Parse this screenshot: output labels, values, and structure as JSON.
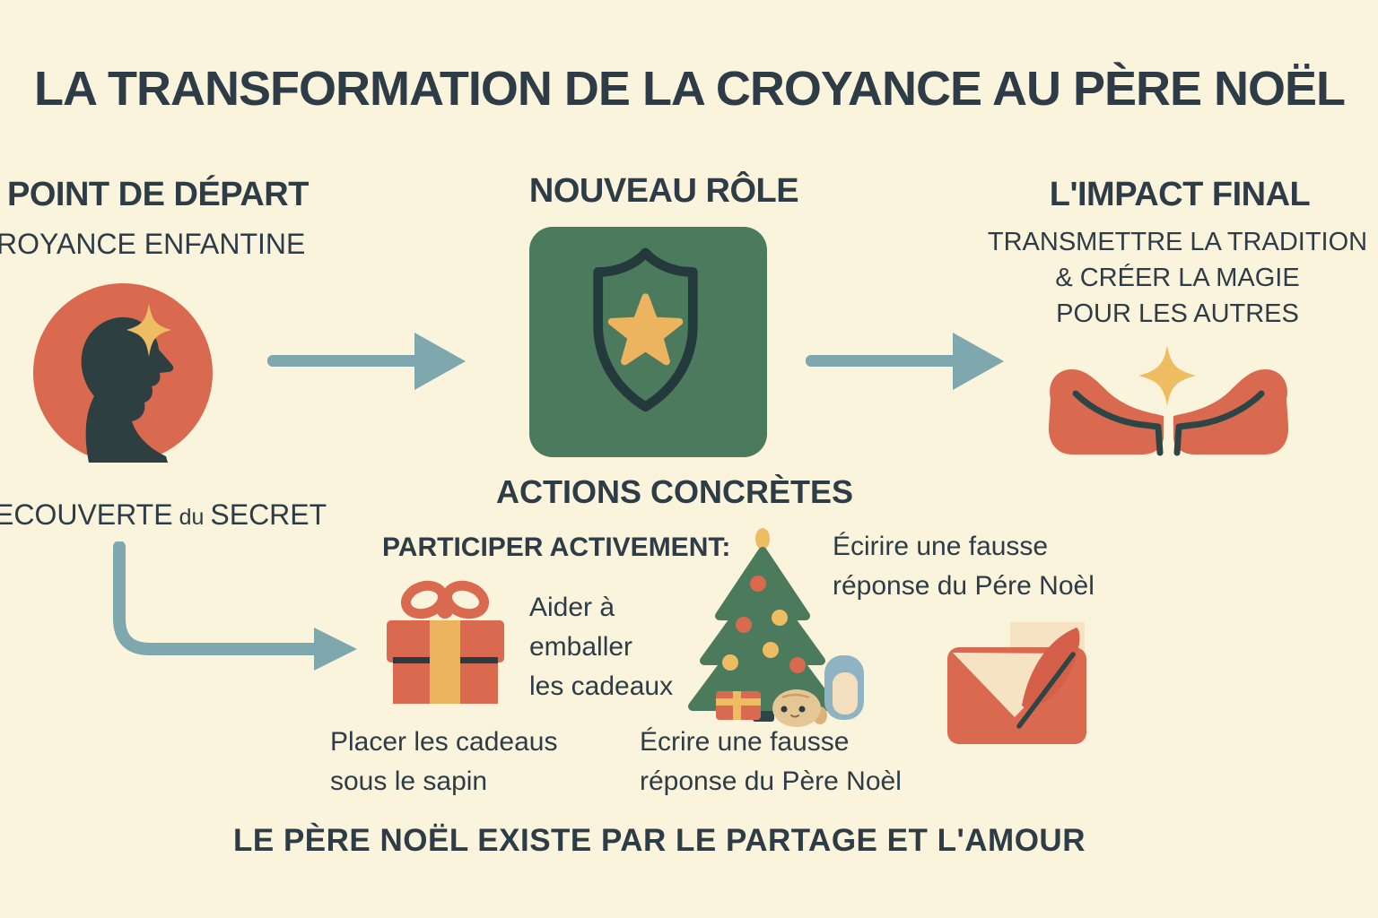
{
  "title": "LA TRANSFORMATION DE LA CROYANCE AU PÈRE NOËL",
  "columns": {
    "start": {
      "header": "POINT DE DÉPART",
      "belief": "ROYANCE ENFANTINE",
      "secret_prefix": "ECOUVERTE",
      "secret_small": "du",
      "secret_suffix": "SECRET"
    },
    "role": {
      "header": "NOUVEAU RÔLE"
    },
    "impact": {
      "header": "L'IMPACT FINAL",
      "description": "TRANSMETTRE LA TRADITION\n& CRÉER LA MAGIE\nPOUR LES AUTRES"
    }
  },
  "actions": {
    "header": "ACTIONS CONCRÈTES",
    "participate": "PARTICIPER ACTIVEMENT:",
    "wrap_gifts": "Aider à\nemballer\nles cadeaux",
    "fake_reply_top": "Écirire une fausse\nréponse du Pére Noèl",
    "place_gifts": "Placer les cadeaus\nsous le sapin",
    "fake_reply_bottom": "Écrire une fausse\nréponse du Père Noèl"
  },
  "footer": "LE PÈRE NOËL EXISTE PAR LE PARTAGE ET L'AMOUR",
  "icons": {
    "belief": "head-silhouette-with-sparkle-in-circle",
    "role": "shield-with-star",
    "impact": "giving-hands-with-sparkle",
    "flow": "right-arrow",
    "branch": "down-right-curved-arrow",
    "wrap": "gift-box-with-bow",
    "tree": "christmas-tree-with-ornaments",
    "tree_base": [
      "small-gift",
      "puppy-face",
      "blue-stocking"
    ],
    "letter": "envelope-with-quill"
  },
  "colors": {
    "background": "#fbf4dc",
    "ink": "#2d3c46",
    "orange": "#d9694f",
    "gold": "#ecb45e",
    "green": "#4b7a5c",
    "arrow_teal": "#7ea7ae",
    "cream_paper": "#f6e3c4",
    "light_blue": "#8fb3c2",
    "tan": "#e5c695",
    "dark_green": "#2e4546"
  }
}
